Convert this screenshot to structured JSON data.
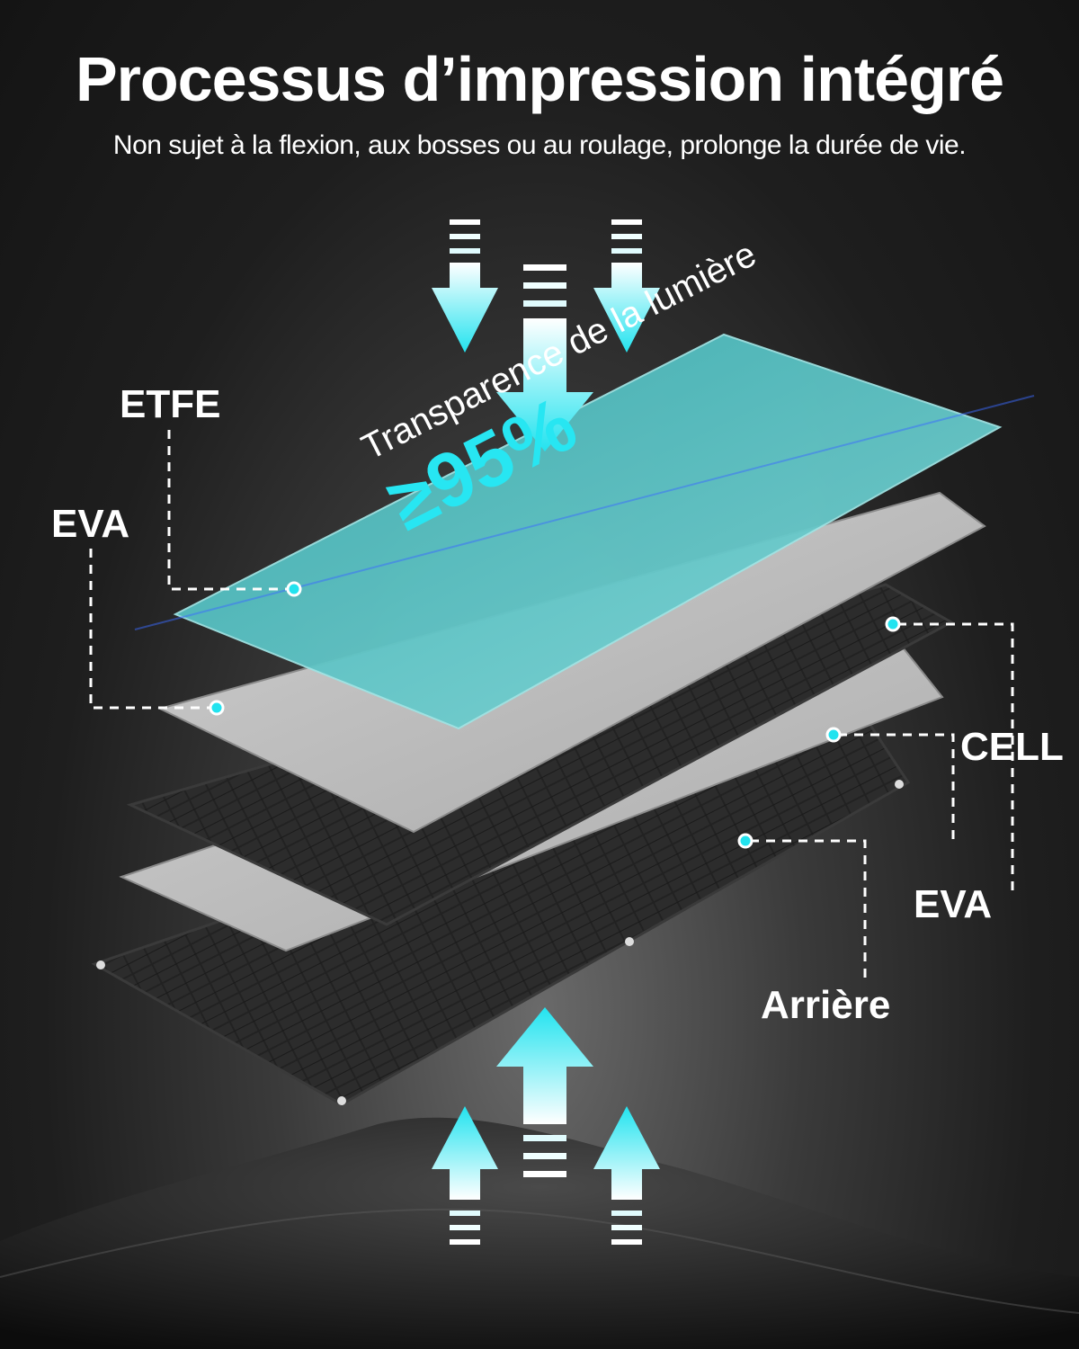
{
  "header": {
    "title": "Processus d’impression intégré",
    "subtitle": "Non sujet à la flexion, aux bosses ou au roulage, prolonge la durée de vie."
  },
  "layers": {
    "etfe": "ETFE",
    "eva_top": "EVA",
    "cell": "CELL",
    "eva_bottom": "EVA",
    "back": "Arrière"
  },
  "transparency": {
    "label": "Transparence de la lumière",
    "value": "≥95%"
  },
  "colors": {
    "accent": "#27e6f2",
    "etfe_panel": "#5cc4c6",
    "eva_panel": "#bdbdbd",
    "cell_panel": "#262626"
  },
  "icons": {
    "press_arrows_top": "arrow-down-icon",
    "press_arrows_bottom": "arrow-up-icon"
  }
}
